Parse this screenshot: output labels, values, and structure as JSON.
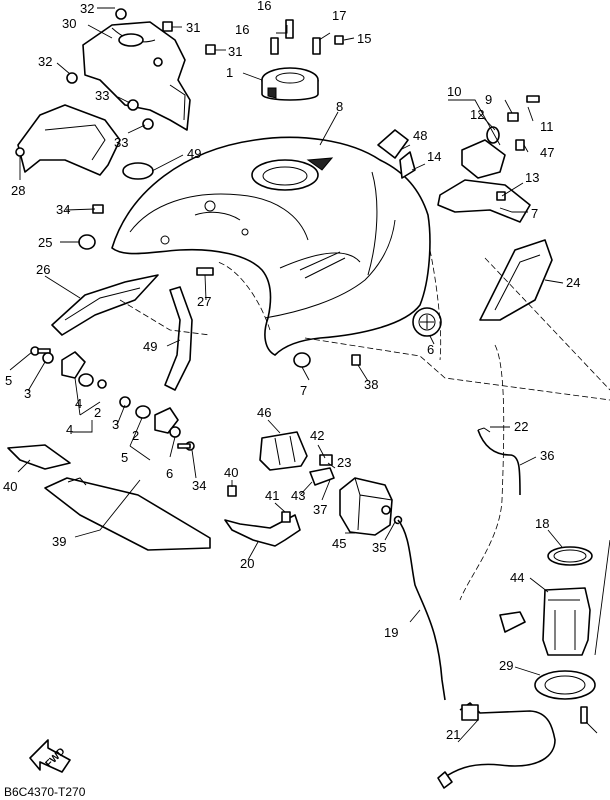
{
  "diagram": {
    "drawing_code": "B6C4370-T270",
    "direction_label": "FWD",
    "callouts": [
      {
        "key": "c32a",
        "text": "32"
      },
      {
        "key": "c30",
        "text": "30"
      },
      {
        "key": "c31a",
        "text": "31"
      },
      {
        "key": "c31b",
        "text": "31"
      },
      {
        "key": "c32b",
        "text": "32"
      },
      {
        "key": "c33a",
        "text": "33"
      },
      {
        "key": "c33b",
        "text": "33"
      },
      {
        "key": "c28",
        "text": "28"
      },
      {
        "key": "c49a",
        "text": "49"
      },
      {
        "key": "c16a",
        "text": "16"
      },
      {
        "key": "c16b",
        "text": "16"
      },
      {
        "key": "c17",
        "text": "17"
      },
      {
        "key": "c15",
        "text": "15"
      },
      {
        "key": "c1",
        "text": "1"
      },
      {
        "key": "c8",
        "text": "8"
      },
      {
        "key": "c10",
        "text": "10"
      },
      {
        "key": "c9",
        "text": "9"
      },
      {
        "key": "c12",
        "text": "12"
      },
      {
        "key": "c11",
        "text": "11"
      },
      {
        "key": "c47",
        "text": "47"
      },
      {
        "key": "c48",
        "text": "48"
      },
      {
        "key": "c14",
        "text": "14"
      },
      {
        "key": "c13",
        "text": "13"
      },
      {
        "key": "c7a",
        "text": "7"
      },
      {
        "key": "c34a",
        "text": "34"
      },
      {
        "key": "c25",
        "text": "25"
      },
      {
        "key": "c26",
        "text": "26"
      },
      {
        "key": "c27",
        "text": "27"
      },
      {
        "key": "c24",
        "text": "24"
      },
      {
        "key": "c49b",
        "text": "49"
      },
      {
        "key": "c6a",
        "text": "6"
      },
      {
        "key": "c5a",
        "text": "5"
      },
      {
        "key": "c3a",
        "text": "3"
      },
      {
        "key": "c4a",
        "text": "4"
      },
      {
        "key": "c2a",
        "text": "2"
      },
      {
        "key": "c4b",
        "text": "4"
      },
      {
        "key": "c3b",
        "text": "3"
      },
      {
        "key": "c2b",
        "text": "2"
      },
      {
        "key": "c5b",
        "text": "5"
      },
      {
        "key": "c6b",
        "text": "6"
      },
      {
        "key": "c34b",
        "text": "34"
      },
      {
        "key": "c7b",
        "text": "7"
      },
      {
        "key": "c38",
        "text": "38"
      },
      {
        "key": "c46",
        "text": "46"
      },
      {
        "key": "c42",
        "text": "42"
      },
      {
        "key": "c23",
        "text": "23"
      },
      {
        "key": "c22",
        "text": "22"
      },
      {
        "key": "c36",
        "text": "36"
      },
      {
        "key": "c40a",
        "text": "40"
      },
      {
        "key": "c40b",
        "text": "40"
      },
      {
        "key": "c41",
        "text": "41"
      },
      {
        "key": "c43",
        "text": "43"
      },
      {
        "key": "c37",
        "text": "37"
      },
      {
        "key": "c45",
        "text": "45"
      },
      {
        "key": "c35",
        "text": "35"
      },
      {
        "key": "c39",
        "text": "39"
      },
      {
        "key": "c20",
        "text": "20"
      },
      {
        "key": "c18",
        "text": "18"
      },
      {
        "key": "c44",
        "text": "44"
      },
      {
        "key": "c19",
        "text": "19"
      },
      {
        "key": "c29",
        "text": "29"
      },
      {
        "key": "c21",
        "text": "21"
      }
    ]
  }
}
